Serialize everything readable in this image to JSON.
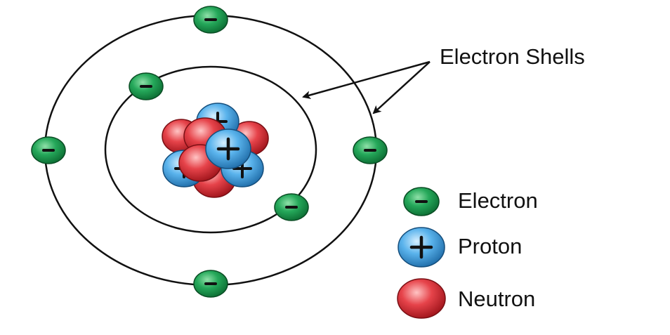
{
  "labels": {
    "electron_shells": "Electron Shells"
  },
  "legend": {
    "electron": "Electron",
    "proton": "Proton",
    "neutron": "Neutron"
  },
  "symbols": {
    "electron": "−",
    "proton": "+"
  },
  "colors": {
    "electron_fill": "#1a9a4e",
    "electron_dark": "#0b5a2a",
    "proton_fill": "#4aa3e0",
    "proton_dark": "#1b5e91",
    "neutron_fill": "#e2333b",
    "neutron_dark": "#8a1218",
    "shell_stroke": "#111111"
  }
}
